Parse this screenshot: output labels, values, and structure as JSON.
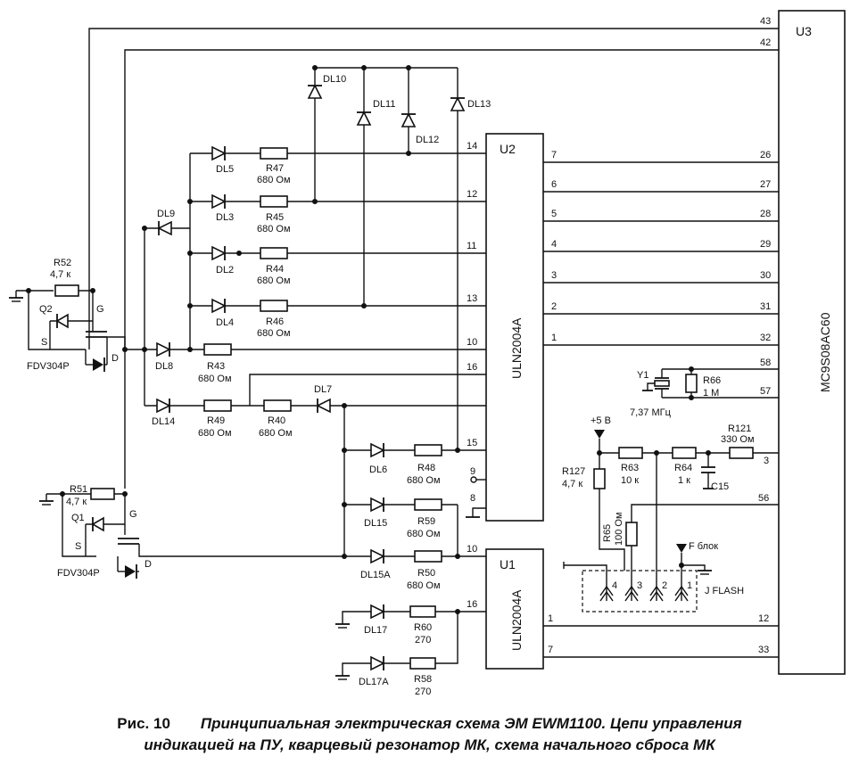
{
  "chips": {
    "u3": {
      "ref": "U3",
      "part": "MC9S08AC60",
      "pins": [
        "43",
        "42",
        "26",
        "27",
        "28",
        "29",
        "30",
        "31",
        "32",
        "58",
        "57",
        "3",
        "56",
        "12",
        "33"
      ]
    },
    "u2": {
      "ref": "U2",
      "part": "ULN2004A",
      "left_pins": [
        "14",
        "12",
        "11",
        "13",
        "10",
        "16",
        "15",
        "9",
        "8"
      ],
      "right_pins": [
        "7",
        "6",
        "5",
        "4",
        "3",
        "2",
        "1"
      ]
    },
    "u1": {
      "ref": "U1",
      "part": "ULN2004A",
      "left_pins": [
        "10",
        "16"
      ],
      "right_pins": [
        "1",
        "7"
      ]
    }
  },
  "leds": [
    "DL5",
    "DL3",
    "DL9",
    "DL2",
    "DL4",
    "DL8",
    "DL14",
    "DL7",
    "DL10",
    "DL11",
    "DL12",
    "DL13",
    "DL6",
    "DL15",
    "DL15A",
    "DL17",
    "DL17A"
  ],
  "resistors": [
    {
      "ref": "R47",
      "value": "680 Ом"
    },
    {
      "ref": "R45",
      "value": "680 Ом"
    },
    {
      "ref": "R44",
      "value": "680 Ом"
    },
    {
      "ref": "R46",
      "value": "680 Ом"
    },
    {
      "ref": "R43",
      "value": "680 Ом"
    },
    {
      "ref": "R49",
      "value": "680 Ом"
    },
    {
      "ref": "R40",
      "value": "680 Ом"
    },
    {
      "ref": "R48",
      "value": "680 Ом"
    },
    {
      "ref": "R59",
      "value": "680 Ом"
    },
    {
      "ref": "R50",
      "value": "680 Ом"
    },
    {
      "ref": "R60",
      "value": "270"
    },
    {
      "ref": "R58",
      "value": "270"
    },
    {
      "ref": "R52",
      "value": "4,7 к"
    },
    {
      "ref": "R51",
      "value": "4,7 к"
    },
    {
      "ref": "R127",
      "value": "4,7 к"
    },
    {
      "ref": "R63",
      "value": "10 к"
    },
    {
      "ref": "R64",
      "value": "1 к"
    },
    {
      "ref": "R121",
      "value": "330 Ом"
    },
    {
      "ref": "R65",
      "value": "100 Ом"
    },
    {
      "ref": "R66",
      "value": "1 М"
    }
  ],
  "transistors": [
    {
      "ref": "Q2",
      "part": "FDV304P"
    },
    {
      "ref": "Q1",
      "part": "FDV304P"
    }
  ],
  "gate_labels": {
    "g": "G",
    "s": "S",
    "d": "D"
  },
  "crystal": {
    "ref": "Y1",
    "value": "7,37 МГц"
  },
  "capacitor": {
    "ref": "C15"
  },
  "power": {
    "vcc": "+5 В",
    "fblock": "F блок"
  },
  "connector": {
    "ref": "J FLASH",
    "pins": [
      "4",
      "3",
      "2",
      "1"
    ]
  },
  "caption": {
    "number": "Рис. 10",
    "line1": "Принципиальная электрическая схема ЭМ EWM1100. Цепи управления",
    "line2": "индикацией на ПУ, кварцевый резонатор МК, схема начального сброса МК"
  }
}
